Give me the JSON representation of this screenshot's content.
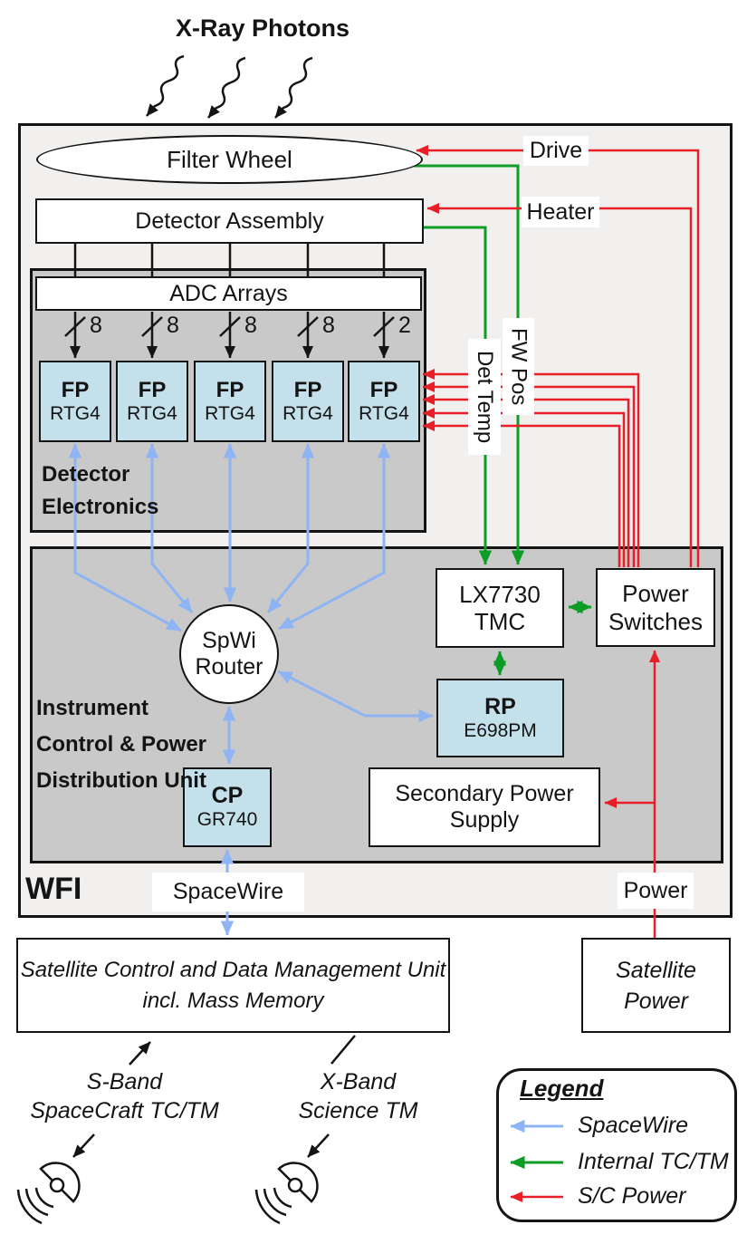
{
  "page": {
    "title": "X-Ray Photons"
  },
  "wfi": {
    "label": "WFI",
    "filter_wheel": "Filter Wheel",
    "detector_assembly": "Detector Assembly",
    "detector_electronics": {
      "label": "Detector Electronics",
      "adc": "ADC Arrays",
      "bus_widths": [
        "8",
        "8",
        "8",
        "8",
        "2"
      ],
      "fp_boxes": [
        {
          "title": "FP",
          "subtitle": "RTG4"
        },
        {
          "title": "FP",
          "subtitle": "RTG4"
        },
        {
          "title": "FP",
          "subtitle": "RTG4"
        },
        {
          "title": "FP",
          "subtitle": "RTG4"
        },
        {
          "title": "FP",
          "subtitle": "RTG4"
        }
      ]
    },
    "icpdu": {
      "label": "Instrument Control & Power Distribution Unit",
      "router_lines": [
        "SpWi",
        "Router"
      ],
      "lx7730_lines": [
        "LX7730",
        "TMC"
      ],
      "power_switches_lines": [
        "Power",
        "Switches"
      ],
      "rp": {
        "title": "RP",
        "subtitle": "E698PM"
      },
      "cp": {
        "title": "CP",
        "subtitle": "GR740"
      },
      "secondary_power_lines": [
        "Secondary Power",
        "Supply"
      ]
    }
  },
  "signal_labels": {
    "drive": "Drive",
    "heater": "Heater",
    "fw_pos": "FW Pos",
    "det_temp": "Det Temp",
    "spacewire": "SpaceWire",
    "power": "Power"
  },
  "external": {
    "scdmu_lines": [
      "Satellite Control and Data Management Unit",
      "incl. Mass Memory"
    ],
    "satellite_power_lines": [
      "Satellite",
      "Power"
    ],
    "s_band_lines": [
      "S-Band",
      "SpaceCraft TC/TM"
    ],
    "x_band_lines": [
      "X-Band",
      "Science TM"
    ]
  },
  "legend": {
    "title": "Legend",
    "entries": [
      {
        "label": "SpaceWire",
        "color": "#8eb4f3"
      },
      {
        "label": "Internal TC/TM",
        "color": "#0d9d26"
      },
      {
        "label": "S/C Power",
        "color": "#e81f29"
      }
    ]
  },
  "colors": {
    "spacewire_blue": "#8eb4f3",
    "internal_green": "#0d9d26",
    "power_red": "#e81f29",
    "fp_fill": "#c3e0eb",
    "panel_gray": "#c9c9c9",
    "wfi_background": "#f1f0ef"
  }
}
